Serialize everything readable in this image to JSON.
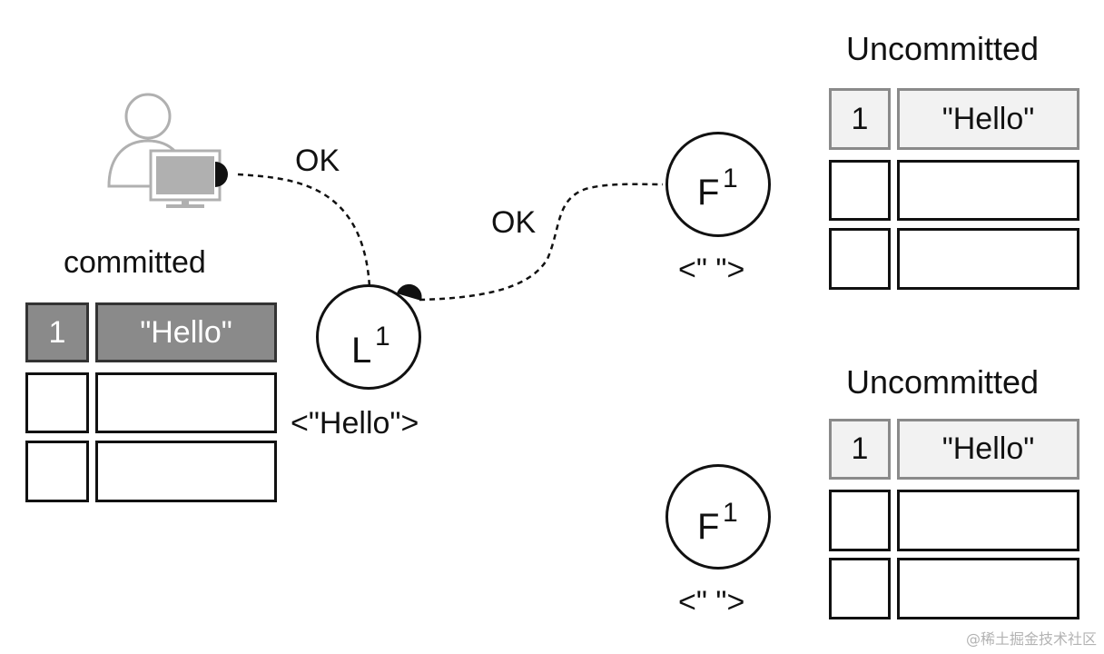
{
  "colors": {
    "ink": "#111111",
    "committed_fill": "#8a8a8a",
    "uncommitted_fill": "#f2f2f2",
    "client_icon_gray": "#b0b0b0",
    "watermark": "#b3b3b3"
  },
  "client": {
    "icon": "user-at-monitor-icon"
  },
  "edges": {
    "client_to_leader_label": "OK",
    "leader_to_follower_label": "OK"
  },
  "leader": {
    "letter": "L",
    "term": "1",
    "value": "<\"Hello\">",
    "log_title": "committed",
    "log": [
      {
        "index": "1",
        "value": "\"Hello\""
      },
      {
        "index": "",
        "value": ""
      },
      {
        "index": "",
        "value": ""
      }
    ]
  },
  "follower_top": {
    "letter": "F",
    "term": "1",
    "value": "<\" \">",
    "log_title": "Uncommitted",
    "log": [
      {
        "index": "1",
        "value": "\"Hello\""
      },
      {
        "index": "",
        "value": ""
      },
      {
        "index": "",
        "value": ""
      }
    ]
  },
  "follower_bottom": {
    "letter": "F",
    "term": "1",
    "value": "<\" \">",
    "log_title": "Uncommitted",
    "log": [
      {
        "index": "1",
        "value": "\"Hello\""
      },
      {
        "index": "",
        "value": ""
      },
      {
        "index": "",
        "value": ""
      }
    ]
  },
  "watermark": "@稀土掘金技术社区"
}
